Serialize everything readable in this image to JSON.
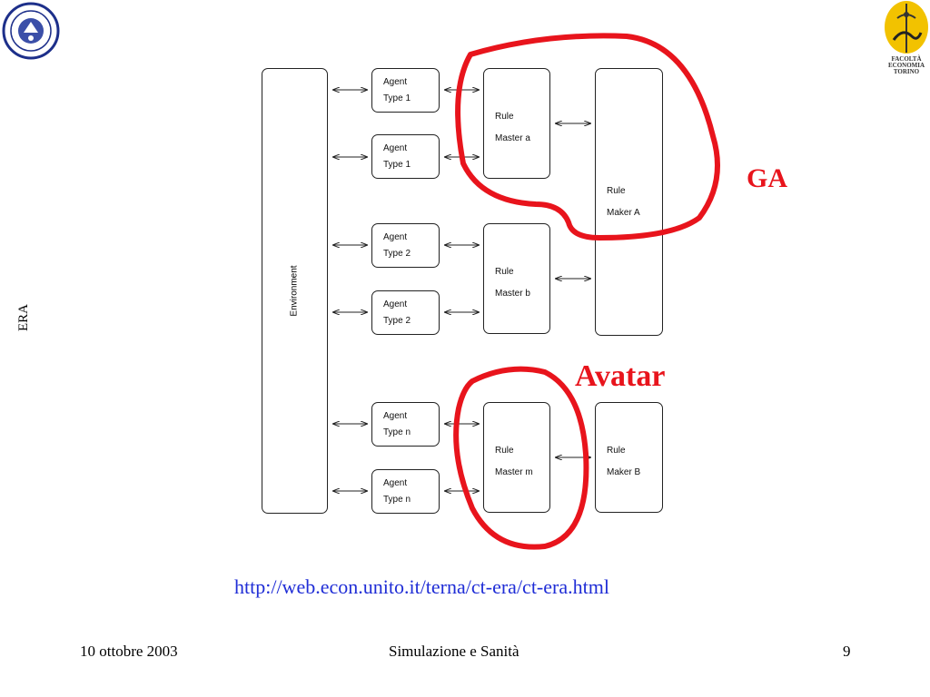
{
  "slide": {
    "side_label": "ERA",
    "right_logo_text": "FACOLTÀ\nECONOMIA\nTORINO",
    "footer": {
      "date": "10 ottobre 2003",
      "title": "Simulazione e Sanità",
      "page": "9"
    },
    "url": "http://web.econ.unito.it/terna/ct-era/ct-era.html"
  },
  "diagram": {
    "environment": "Environment",
    "agents": [
      {
        "line1": "Agent",
        "line2": "Type 1"
      },
      {
        "line1": "Agent",
        "line2": "Type 1"
      },
      {
        "line1": "Agent",
        "line2": "Type 2"
      },
      {
        "line1": "Agent",
        "line2": "Type 2"
      },
      {
        "line1": "Agent",
        "line2": "Type n"
      },
      {
        "line1": "Agent",
        "line2": "Type n"
      }
    ],
    "rule_masters": [
      {
        "line1": "Rule",
        "line2": "Master a"
      },
      {
        "line1": "Rule",
        "line2": "Master b"
      },
      {
        "line1": "Rule",
        "line2": "Master m"
      }
    ],
    "rule_makers": [
      {
        "line1": "Rule",
        "line2": "Maker A"
      },
      {
        "line1": "Rule",
        "line2": "Maker B"
      }
    ],
    "annotations": {
      "ga": "GA",
      "avatar": "Avatar",
      "color": "#e8141c"
    }
  }
}
